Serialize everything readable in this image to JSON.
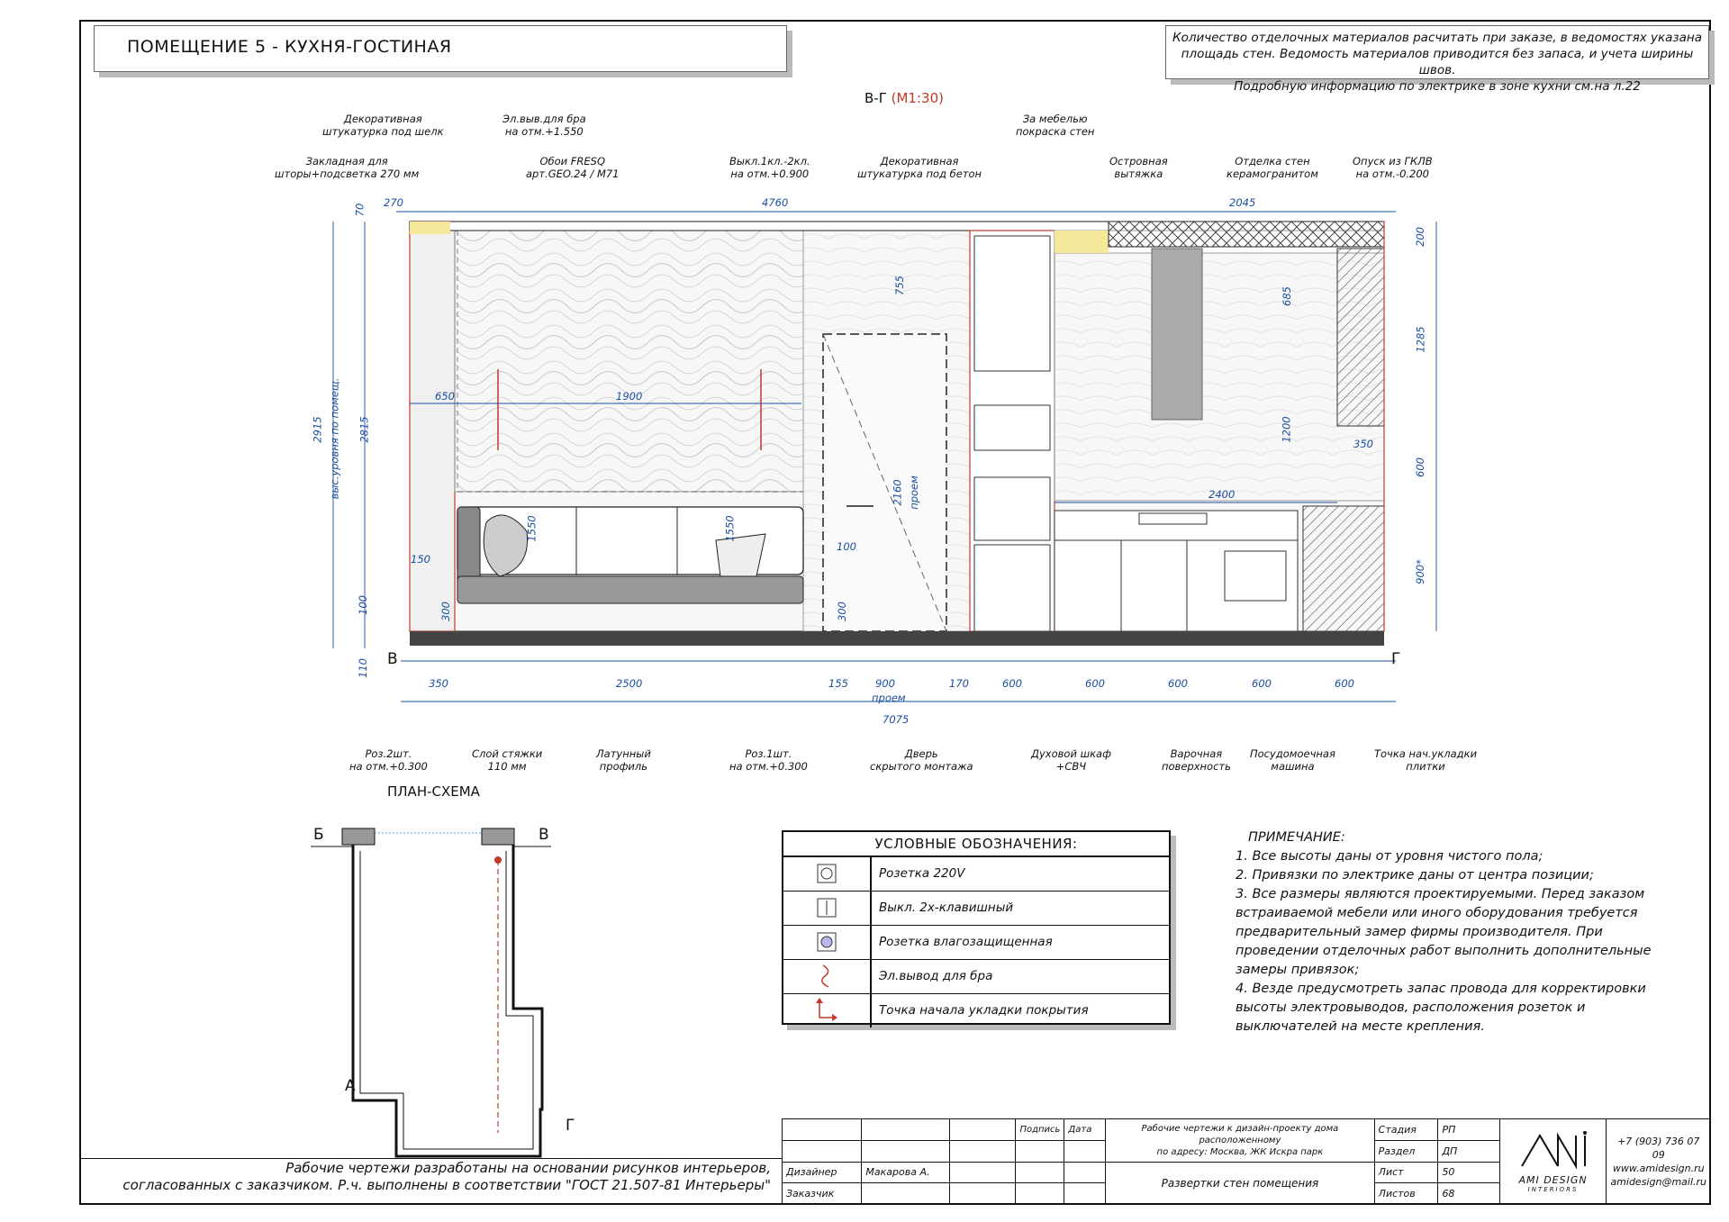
{
  "sheet": {
    "title": "ПОМЕЩЕНИЕ 5 - КУХНЯ-ГОСТИНАЯ",
    "top_note": [
      "Количество отделочных материалов расчитать при заказе, в ведомостях указана",
      "площадь стен. Ведомость материалов приводится без запаса, и учета ширины швов.",
      "Подробную информацию по электрике в зоне кухни см.на л.22"
    ],
    "elevation_label": "В-Г",
    "scale": "(М1:30)",
    "plan_title": "ПЛАН-СХЕМА",
    "marker_v": "В",
    "marker_g": "Г",
    "plan_letters": {
      "b": "Б",
      "v": "В",
      "a": "А",
      "g": "Г"
    }
  },
  "top_labels": [
    {
      "line1": "Декоративная",
      "line2": "штукатурка под шелк"
    },
    {
      "line1": "Закладная для",
      "line2": "шторы+подсветка 270 мм"
    },
    {
      "line1": "Эл.выв.для бра",
      "line2": "на отм.+1.550"
    },
    {
      "line1": "Обои FRESQ",
      "line2": "арт.GEO.24 / М71"
    },
    {
      "line1": "Выкл.1кл.-2кл.",
      "line2": "на отм.+0.900"
    },
    {
      "line1": "Декоративная",
      "line2": "штукатурка под бетон"
    },
    {
      "line1": "За мебелью",
      "line2": "покраска стен"
    },
    {
      "line1": "Островная",
      "line2": "вытяжка"
    },
    {
      "line1": "Отделка стен",
      "line2": "керамогранитом"
    },
    {
      "line1": "Опуск из ГКЛВ",
      "line2": "на отм.-0.200"
    }
  ],
  "bottom_labels": [
    {
      "line1": "Роз.2шт.",
      "line2": "на отм.+0.300"
    },
    {
      "line1": "Слой стяжки",
      "line2": "110 мм"
    },
    {
      "line1": "Латунный",
      "line2": "профиль"
    },
    {
      "line1": "Роз.1шт.",
      "line2": "на отм.+0.300"
    },
    {
      "line1": "Дверь",
      "line2": "скрытого монтажа"
    },
    {
      "line1": "Духовой шкаф",
      "line2": "+СВЧ"
    },
    {
      "line1": "Варочная",
      "line2": "поверхность"
    },
    {
      "line1": "Посудомоечная",
      "line2": "машина"
    },
    {
      "line1": "Точка нач.укладки",
      "line2": "плитки"
    }
  ],
  "dims": {
    "top": [
      "270",
      "4760",
      "2045"
    ],
    "left_v": [
      "70",
      "2915",
      "2815",
      "100",
      "110"
    ],
    "left_v2": "выс.уровня по помещ.",
    "bottom": [
      "350",
      "2500",
      "155",
      "900",
      "170",
      "600",
      "600",
      "600",
      "600",
      "600",
      "7075"
    ],
    "bottom_proem": "проем",
    "right_v": [
      "200",
      "1285",
      "600",
      "900*"
    ],
    "inner": [
      "650",
      "1900",
      "755",
      "2160",
      "проем",
      "1550",
      "1550",
      "150",
      "300",
      "100",
      "300",
      "685",
      "1200",
      "350",
      "2400"
    ]
  },
  "legend": {
    "title": "УСЛОВНЫЕ ОБОЗНАЧЕНИЯ:",
    "items": [
      "Розетка 220V",
      "Выкл. 2х-клавишный",
      "Розетка влагозащищенная",
      "Эл.вывод для бра",
      "Точка начала укладки покрытия"
    ]
  },
  "notes": {
    "title": "ПРИМЕЧАНИЕ:",
    "lines": [
      "1. Все высоты даны от уровня чистого пола;",
      "2. Привязки по электрике даны от центра позиции;",
      "3. Все размеры являются проектируемыми. Перед заказом",
      "встраиваемой мебели или иного оборудования требуется",
      "предварительный замер фирмы производителя.  При",
      "проведении отделочных работ выполнить дополнительные",
      "замеры привязок;",
      "4. Везде предусмотреть запас провода для корректировки",
      "высоты электровыводов, расположения розеток и",
      "выключателей на месте крепления."
    ]
  },
  "footer_note": [
    "Рабочие чертежи разработаны на основании рисунков интерьеров,",
    "согласованных с заказчиком. Р.ч. выполнены в соответствии \"ГОСТ 21.507-81 Интерьеры\""
  ],
  "title_block": {
    "podpis": "Подпись",
    "data": "Дата",
    "project": "Рабочие чертежи к дизайн-проекту дома расположенному",
    "project2": "по адресу: Москва, ЖК Искра парк",
    "sheet_name": "Развертки стен помещения",
    "designer_label": "Дизайнер",
    "designer": "Макарова А.",
    "customer_label": "Заказчик",
    "stadiya_label": "Стадия",
    "stadiya": "РП",
    "razdel_label": "Раздел",
    "razdel": "ДП",
    "list_label": "Лист",
    "list": "50",
    "listov_label": "Листов",
    "listov": "68",
    "logo_text": "AMI DESIGN",
    "logo_sub": "INTERIORS",
    "phone": "+7 (903) 736 07 09",
    "site": "www.amidesign.ru",
    "email": "amidesign@mail.ru"
  },
  "colors": {
    "dim_blue": "#1a4fa0",
    "red": "#c0392b",
    "floor": "#444444"
  }
}
